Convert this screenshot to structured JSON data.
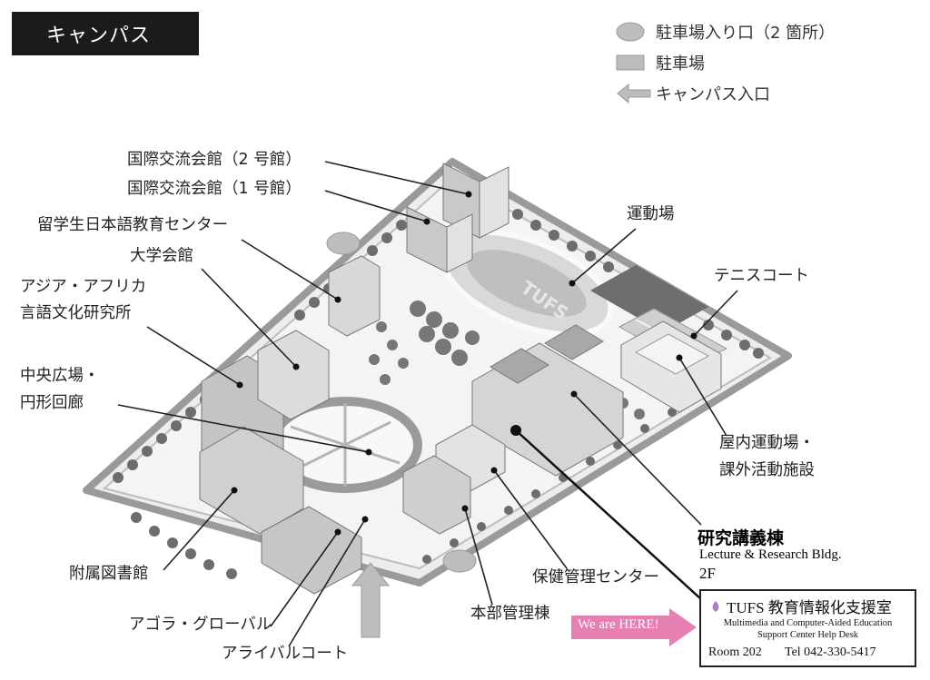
{
  "title": "キャンパス",
  "legend": {
    "entrance": "駐車場入り口（2 箇所）",
    "parking": "駐車場",
    "campus_entrance": "キャンパス入口"
  },
  "labels": {
    "intl_hall_2": "国際交流会館（2 号館）",
    "intl_hall_1": "国際交流会館（1 号館）",
    "japanese_center": "留学生日本語教育センター",
    "university_hall": "大学会館",
    "aa_institute_1": "アジア・アフリカ",
    "aa_institute_2": "言語文化研究所",
    "central_plaza_1": "中央広場・",
    "central_plaza_2": "円形回廊",
    "library": "附属図書館",
    "agora": "アゴラ・グローバル",
    "arrival_court": "アライバルコート",
    "admin": "本部管理棟",
    "health_center": "保健管理センター",
    "gym_1": "屋内運動場・",
    "gym_2": "課外活動施設",
    "field": "運動場",
    "tennis": "テニスコート"
  },
  "target_building": {
    "name_jp": "研究講義棟",
    "name_en": "Lecture & Research Bldg.",
    "floor": "2F"
  },
  "here_label": "We are HERE!",
  "field_text": "TUFS",
  "help_desk": {
    "name": "TUFS 教育情報化支援室",
    "sub1": "Multimedia and Computer-Aided Education",
    "sub2": "Support Center Help Desk",
    "room": "Room 202",
    "tel": "Tel 042-330-5417"
  },
  "colors": {
    "title_bg": "#1b1b1b",
    "here_arrow": "#e67fb2",
    "tufs_logo": "#b07cc2"
  }
}
